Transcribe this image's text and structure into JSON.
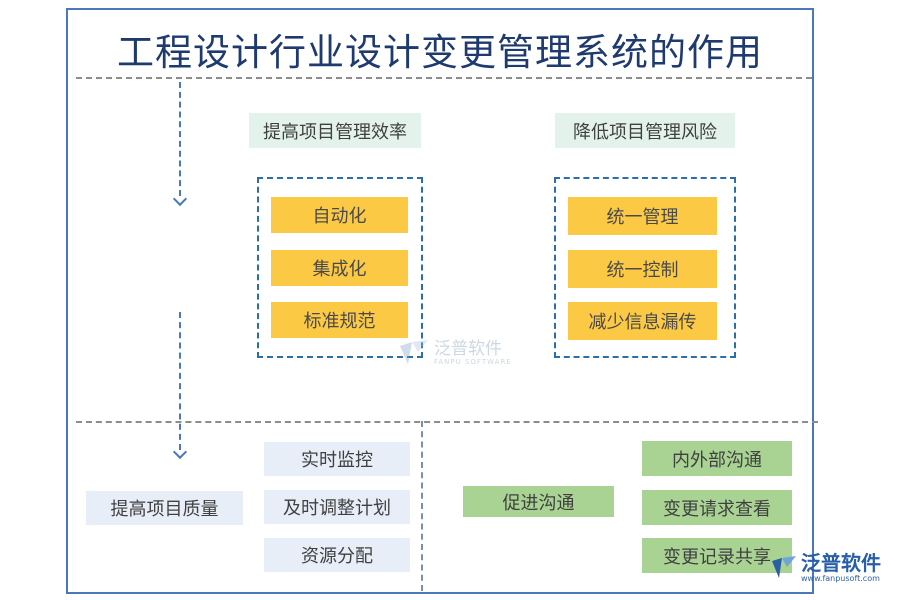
{
  "title": "工程设计行业设计变更管理系统的作用",
  "top_left": {
    "header": "提高项目管理效率",
    "items": [
      "自动化",
      "集成化",
      "标准规范"
    ]
  },
  "top_right": {
    "header": "降低项目管理风险",
    "items": [
      "统一管理",
      "统一控制",
      "减少信息漏传"
    ]
  },
  "bottom_left": {
    "header": "提高项目质量",
    "items": [
      "实时监控",
      "及时调整计划",
      "资源分配"
    ]
  },
  "bottom_right": {
    "header": "促进沟通",
    "items": [
      "内外部沟通",
      "变更请求查看",
      "变更记录共享"
    ]
  },
  "watermark": {
    "name": "泛普软件",
    "sub": "FANPU SOFTWARE"
  },
  "logo": {
    "name": "泛普软件",
    "url": "www.fanpusoft.com"
  },
  "colors": {
    "frame": "#4a77be",
    "title": "#1f3a6e",
    "mint": "#e3f3ec",
    "yellow": "#fcc945",
    "light_blue": "#e7eef8",
    "green": "#a9d393",
    "group_border": "#2c6ea6"
  }
}
